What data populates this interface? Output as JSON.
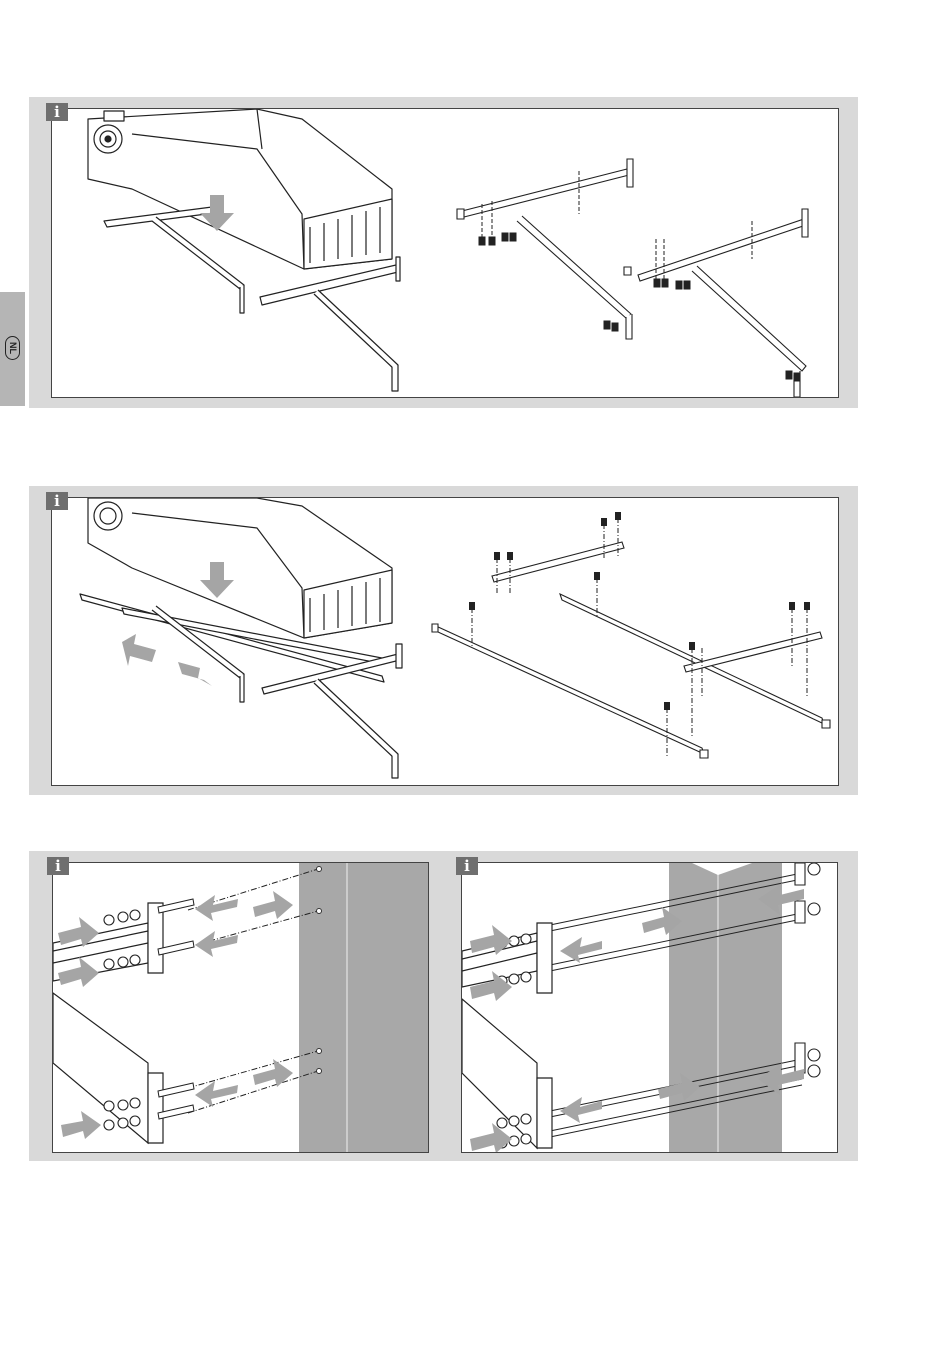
{
  "sidebar": {
    "language_code": "NL"
  },
  "figures": [
    {
      "id": "mounting-rails",
      "icon": "info-icon"
    },
    {
      "id": "slide-rails",
      "icon": "info-icon"
    },
    {
      "id": "wall-anchor",
      "icon": "info-icon"
    },
    {
      "id": "through-bolt",
      "icon": "info-icon"
    }
  ],
  "colors": {
    "panel_band": "#d9d9d9",
    "wall": "#a8a8a8",
    "arrow": "#a5a5a5",
    "tab": "#b5b5b5",
    "info_icon": "#6f6f6f"
  }
}
